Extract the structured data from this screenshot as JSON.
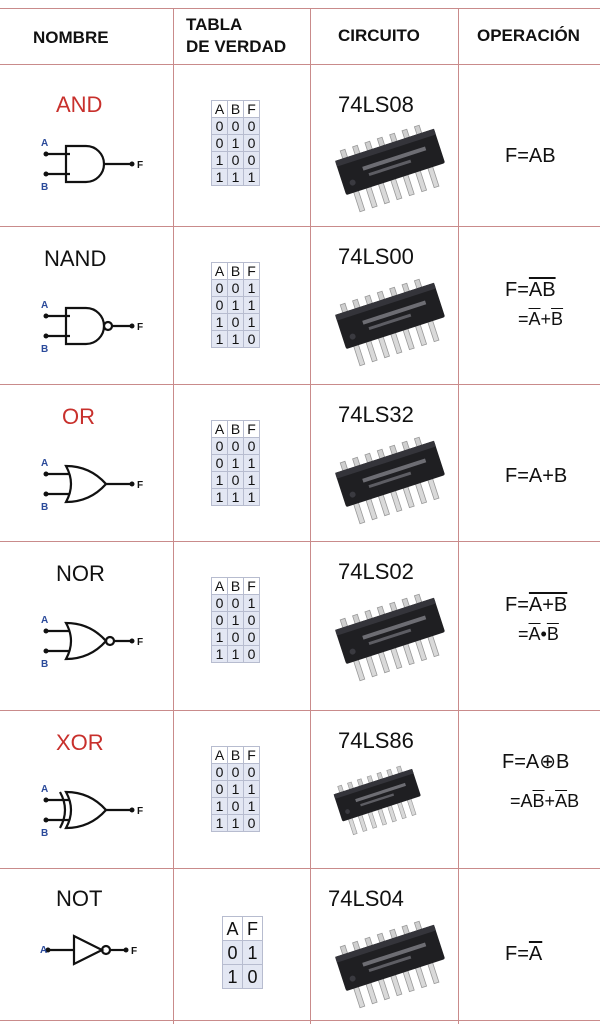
{
  "headers": {
    "name": "NOMBRE",
    "truth_line1": "TABLA",
    "truth_line2": "DE VERDAD",
    "circuit": "CIRCUITO",
    "operation": "OPERACIÓN"
  },
  "pin_labels": {
    "a": "A",
    "b": "B",
    "f": "F"
  },
  "gates": [
    {
      "name": "AND",
      "name_color": "#c8302c",
      "chip": "74LS08",
      "table": {
        "headers": [
          "A",
          "B",
          "F"
        ],
        "rows": [
          [
            "0",
            "0",
            "0"
          ],
          [
            "0",
            "1",
            "0"
          ],
          [
            "1",
            "0",
            "0"
          ],
          [
            "1",
            "1",
            "1"
          ]
        ]
      },
      "op_line1": [
        {
          "t": "F=AB",
          "o": false
        }
      ],
      "op_line2": []
    },
    {
      "name": "NAND",
      "name_color": "#111111",
      "chip": "74LS00",
      "table": {
        "headers": [
          "A",
          "B",
          "F"
        ],
        "rows": [
          [
            "0",
            "0",
            "1"
          ],
          [
            "0",
            "1",
            "1"
          ],
          [
            "1",
            "0",
            "1"
          ],
          [
            "1",
            "1",
            "0"
          ]
        ]
      },
      "op_line1": [
        {
          "t": "F=",
          "o": false
        },
        {
          "t": "AB",
          "o": true
        }
      ],
      "op_line2": [
        {
          "t": "=",
          "o": false
        },
        {
          "t": "A",
          "o": true
        },
        {
          "t": "+",
          "o": false
        },
        {
          "t": "B",
          "o": true
        }
      ]
    },
    {
      "name": "OR",
      "name_color": "#c8302c",
      "chip": "74LS32",
      "table": {
        "headers": [
          "A",
          "B",
          "F"
        ],
        "rows": [
          [
            "0",
            "0",
            "0"
          ],
          [
            "0",
            "1",
            "1"
          ],
          [
            "1",
            "0",
            "1"
          ],
          [
            "1",
            "1",
            "1"
          ]
        ]
      },
      "op_line1": [
        {
          "t": "F=A+B",
          "o": false
        }
      ],
      "op_line2": []
    },
    {
      "name": "NOR",
      "name_color": "#111111",
      "chip": "74LS02",
      "table": {
        "headers": [
          "A",
          "B",
          "F"
        ],
        "rows": [
          [
            "0",
            "0",
            "1"
          ],
          [
            "0",
            "1",
            "0"
          ],
          [
            "1",
            "0",
            "0"
          ],
          [
            "1",
            "1",
            "0"
          ]
        ]
      },
      "op_line1": [
        {
          "t": "F=",
          "o": false
        },
        {
          "t": "A+B",
          "o": true
        }
      ],
      "op_line2": [
        {
          "t": "=",
          "o": false
        },
        {
          "t": "A",
          "o": true
        },
        {
          "t": "•",
          "o": false
        },
        {
          "t": "B",
          "o": true
        }
      ]
    },
    {
      "name": "XOR",
      "name_color": "#c8302c",
      "chip": "74LS86",
      "table": {
        "headers": [
          "A",
          "B",
          "F"
        ],
        "rows": [
          [
            "0",
            "0",
            "0"
          ],
          [
            "0",
            "1",
            "1"
          ],
          [
            "1",
            "0",
            "1"
          ],
          [
            "1",
            "1",
            "0"
          ]
        ]
      },
      "op_line1": [
        {
          "t": "F=A⊕B",
          "o": false
        }
      ],
      "op_line2": [
        {
          "t": "=A",
          "o": false
        },
        {
          "t": "B",
          "o": true
        },
        {
          "t": "+",
          "o": false
        },
        {
          "t": "A",
          "o": true
        },
        {
          "t": "B",
          "o": false
        }
      ]
    },
    {
      "name": "NOT",
      "name_color": "#111111",
      "chip": "74LS04",
      "table": {
        "headers": [
          "A",
          "F"
        ],
        "rows": [
          [
            "0",
            "1"
          ],
          [
            "1",
            "0"
          ]
        ]
      },
      "op_line1": [
        {
          "t": "F=",
          "o": false
        },
        {
          "t": "A",
          "o": true
        }
      ],
      "op_line2": []
    }
  ]
}
